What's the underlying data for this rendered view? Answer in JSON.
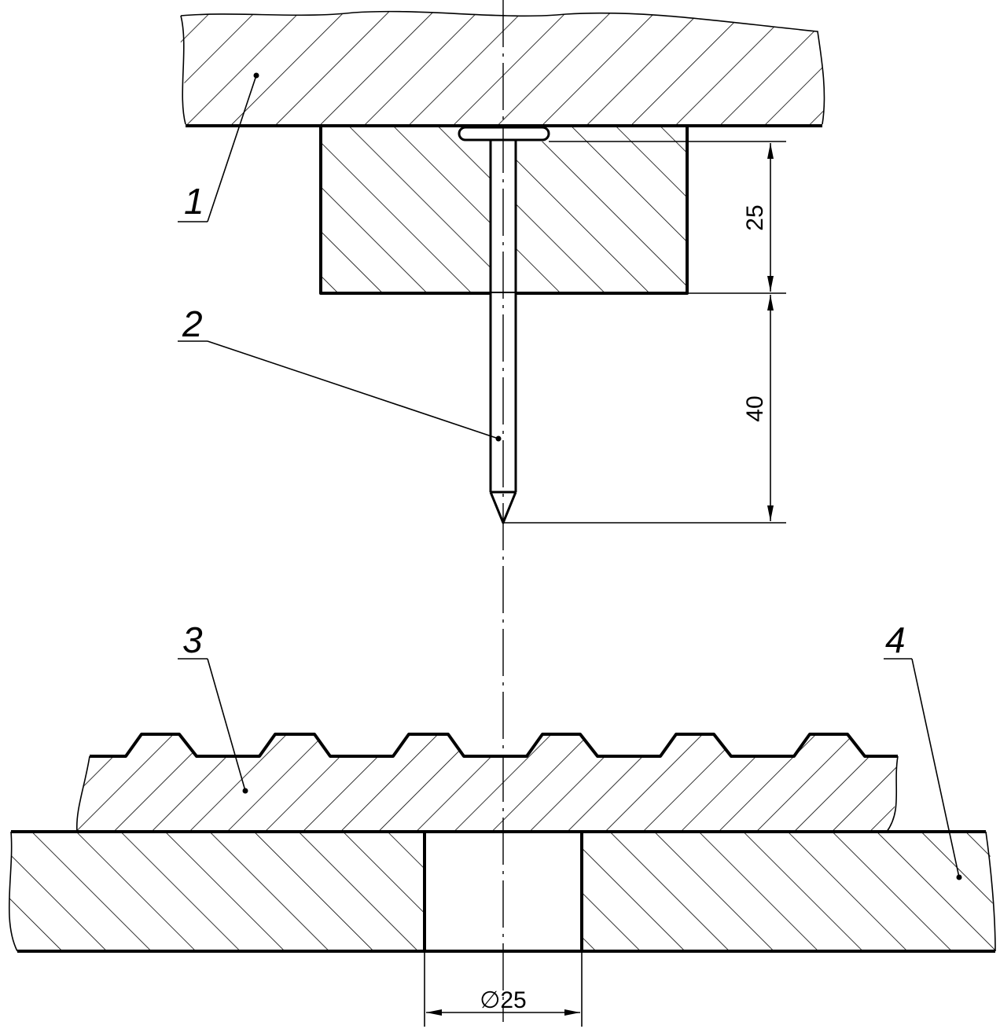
{
  "labels": {
    "part_1": "1",
    "part_2": "2",
    "part_3": "3",
    "part_4": "4"
  },
  "dimensions": {
    "block_height": "25",
    "needle_projection": "40",
    "hole_diameter": "∅25"
  },
  "colors": {
    "line": "#000000",
    "background": "#ffffff"
  }
}
